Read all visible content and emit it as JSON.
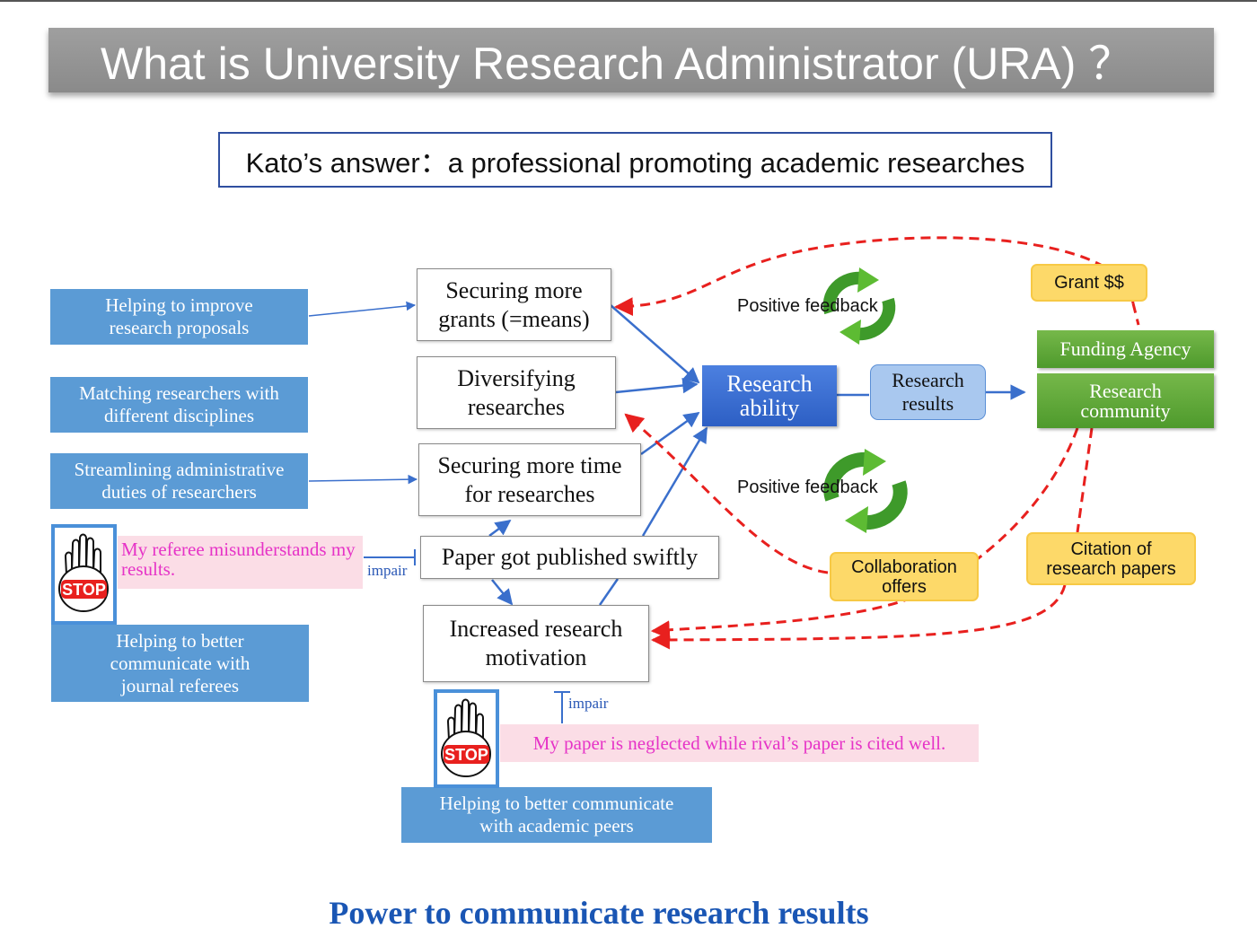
{
  "title": "What is University Research Administrator (URA) ？",
  "subtitle": "Kato’s answer：a professional promoting academic researches",
  "left_labels": {
    "proposals": "Helping to improve research proposals",
    "matching": "Matching researchers with different disciplines",
    "streamlining": "Streamlining administrative duties of researchers",
    "referees": "Helping to better communicate with journal referees",
    "peers": "Helping to better communicate with academic peers"
  },
  "center_boxes": {
    "grants": "Securing more grants (=means)",
    "diversifying": "Diversifying researches",
    "time": "Securing more time for researches",
    "published": "Paper got published swiftly",
    "motivation": "Increased research motivation"
  },
  "research_ability": "Research ability",
  "research_results": "Research results",
  "funding_agency": "Funding Agency",
  "research_community": "Research community",
  "grant": "Grant $$",
  "collaboration": "Collaboration offers",
  "citation": "Citation of research papers",
  "positive_feedback": "Positive feedback",
  "impair": "impair",
  "stop": "STOP",
  "problem_referee": "My referee misunderstands my results.",
  "problem_rival": "My paper is neglected while rival’s paper is cited well.",
  "footer": "Power to communicate research results",
  "colors": {
    "label_blue": "#5b9bd5",
    "ability_blue": "#3b6fd4",
    "results_blue": "#a9c8ef",
    "green": "#5aa535",
    "yellow": "#fdd969",
    "red_dashed": "#e8201e",
    "pink_bg": "#fbdde6",
    "magenta_text": "#e633c7",
    "footer_blue": "#1a56b4"
  },
  "icons": [
    "stop-hand-icon",
    "recycle-arrows-icon"
  ]
}
